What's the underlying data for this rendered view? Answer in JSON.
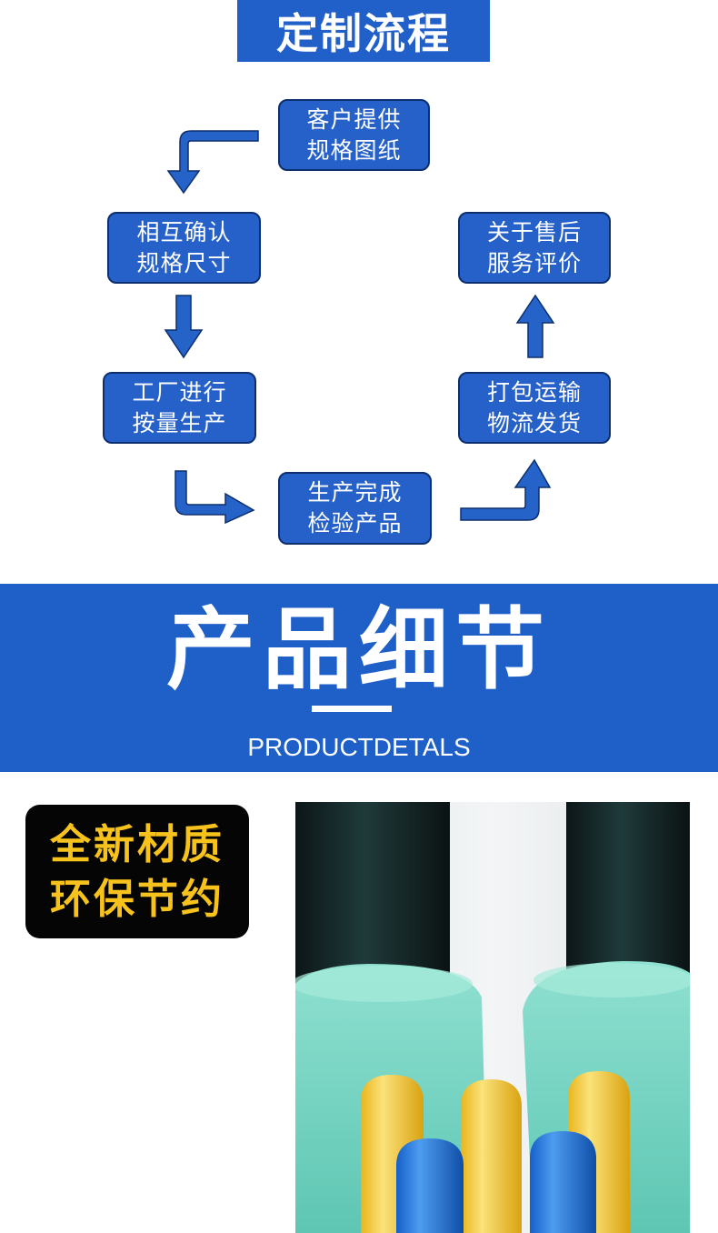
{
  "process": {
    "title": "定制流程",
    "steps": [
      {
        "line1": "客户提供",
        "line2": "规格图纸"
      },
      {
        "line1": "相互确认",
        "line2": "规格尺寸"
      },
      {
        "line1": "工厂进行",
        "line2": "按量生产"
      },
      {
        "line1": "生产完成",
        "line2": "检验产品"
      },
      {
        "line1": "打包运输",
        "line2": "物流发货"
      },
      {
        "line1": "关于售后",
        "line2": "服务评价"
      }
    ]
  },
  "details": {
    "title": "产品细节",
    "subtitle": "PRODUCTDETALS"
  },
  "badge": {
    "line1": "全新材质",
    "line2": "环保节约"
  },
  "colors": {
    "brand_blue": "#2160c9",
    "badge_text": "#f6c21b",
    "badge_bg": "#050505"
  }
}
